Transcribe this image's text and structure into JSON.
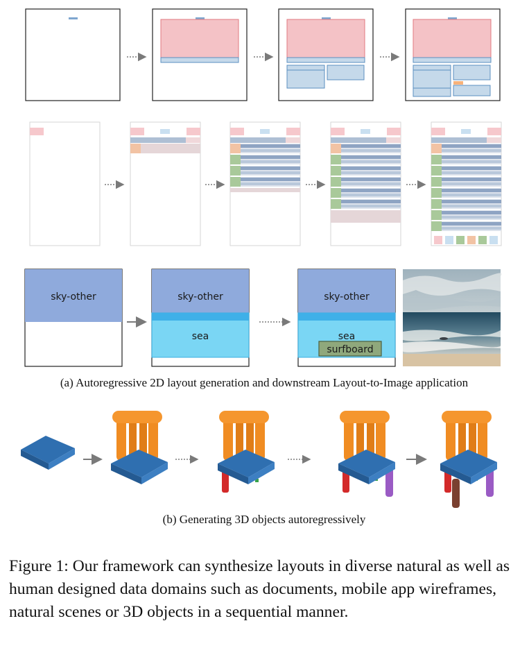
{
  "figure": {
    "row3_labels": {
      "sky": "sky-other",
      "sea": "sea",
      "surfboard": "surfboard"
    },
    "subcaption_a": "(a) Autoregressive 2D layout generation and downstream Layout-to-Image application",
    "subcaption_b": "(b) Generating 3D objects autoregressively",
    "caption": "Figure 1: Our framework can synthesize layouts in diverse natural as well as human designed data domains such as documents, mobile app wireframes, natural scenes or 3D objects in a sequential manner."
  },
  "colors": {
    "pink": "#f4c2c6",
    "blue_box": "#c5d9ea",
    "sky": "#8faadc",
    "sea": "#7ad6f4",
    "surfboard": "#8fa87c",
    "chair_orange": "#f08c22",
    "chair_blue": "#2f6fb0"
  }
}
